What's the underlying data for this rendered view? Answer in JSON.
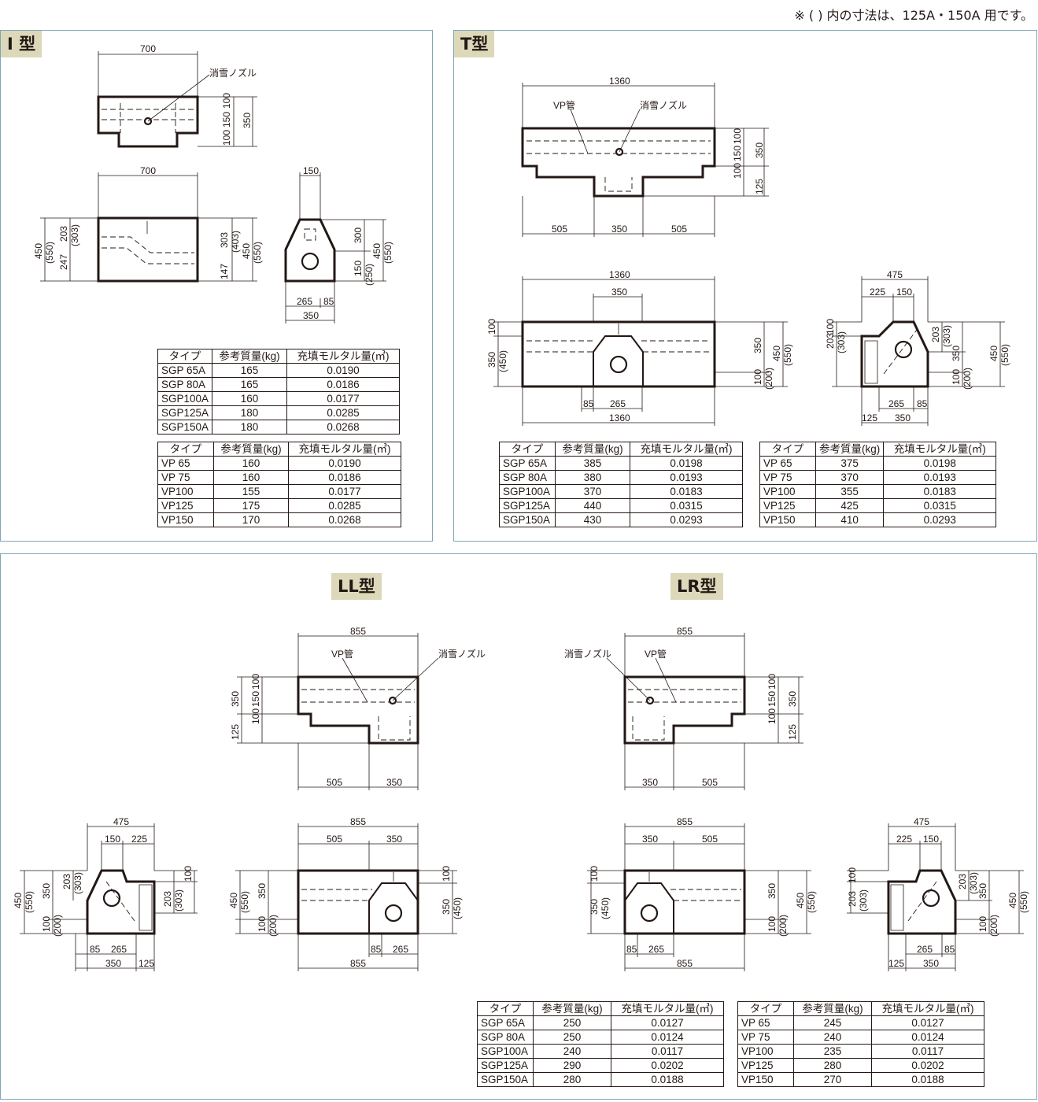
{
  "note": "※ ( ) 内の寸法は、125A・150A 用です。",
  "panels": {
    "i": {
      "title": "I 型"
    },
    "t": {
      "title": "T型"
    },
    "ll": {
      "title": "LL型"
    },
    "lr": {
      "title": "LR型"
    }
  },
  "labels": {
    "nozzle": "消雪ノズル",
    "vp": "VP管"
  },
  "table_header": [
    "タイプ",
    "参考質量(kg)",
    "充填モルタル量(㎥)"
  ],
  "tables": {
    "i_sgp": [
      [
        "SGP 65A",
        "165",
        "0.0190"
      ],
      [
        "SGP 80A",
        "165",
        "0.0186"
      ],
      [
        "SGP100A",
        "160",
        "0.0177"
      ],
      [
        "SGP125A",
        "180",
        "0.0285"
      ],
      [
        "SGP150A",
        "180",
        "0.0268"
      ]
    ],
    "i_vp": [
      [
        "VP 65",
        "160",
        "0.0190"
      ],
      [
        "VP 75",
        "160",
        "0.0186"
      ],
      [
        "VP100",
        "155",
        "0.0177"
      ],
      [
        "VP125",
        "175",
        "0.0285"
      ],
      [
        "VP150",
        "170",
        "0.0268"
      ]
    ],
    "t_sgp": [
      [
        "SGP 65A",
        "385",
        "0.0198"
      ],
      [
        "SGP 80A",
        "380",
        "0.0193"
      ],
      [
        "SGP100A",
        "370",
        "0.0183"
      ],
      [
        "SGP125A",
        "440",
        "0.0315"
      ],
      [
        "SGP150A",
        "430",
        "0.0293"
      ]
    ],
    "t_vp": [
      [
        "VP 65",
        "375",
        "0.0198"
      ],
      [
        "VP 75",
        "370",
        "0.0193"
      ],
      [
        "VP100",
        "355",
        "0.0183"
      ],
      [
        "VP125",
        "425",
        "0.0315"
      ],
      [
        "VP150",
        "410",
        "0.0293"
      ]
    ],
    "l_sgp": [
      [
        "SGP 65A",
        "250",
        "0.0127"
      ],
      [
        "SGP 80A",
        "250",
        "0.0124"
      ],
      [
        "SGP100A",
        "240",
        "0.0117"
      ],
      [
        "SGP125A",
        "290",
        "0.0202"
      ],
      [
        "SGP150A",
        "280",
        "0.0188"
      ]
    ],
    "l_vp": [
      [
        "VP 65",
        "245",
        "0.0127"
      ],
      [
        "VP 75",
        "240",
        "0.0124"
      ],
      [
        "VP100",
        "235",
        "0.0117"
      ],
      [
        "VP125",
        "280",
        "0.0202"
      ],
      [
        "VP150",
        "270",
        "0.0188"
      ]
    ]
  },
  "dims": {
    "i_top_w": "700",
    "i_top_h": "350",
    "i_top_v1": "100",
    "i_top_v2": "150",
    "i_top_v3": "100",
    "i_front_w": "700",
    "i_front_h": "450",
    "i_front_h_alt": "(550)",
    "i_front_a": "203",
    "i_front_a_alt": "(303)",
    "i_front_b": "247",
    "i_front_r1": "303",
    "i_front_r1_alt": "(403)",
    "i_front_r2": "147",
    "i_side_w": "150",
    "i_side_h1": "300",
    "i_side_h2": "150",
    "i_side_h2_alt": "(250)",
    "i_side_h": "450",
    "i_side_h_alt": "(550)",
    "i_side_b1": "265",
    "i_side_b2": "85",
    "i_side_b": "350",
    "t_top_w": "1360",
    "t_top_b1": "505",
    "t_top_b2": "350",
    "t_top_b3": "505",
    "t_top_v1": "100",
    "t_top_v2": "150",
    "t_top_v3": "100",
    "t_top_h": "350",
    "t_top_v4": "125",
    "t_front_w": "1360",
    "t_front_c": "350",
    "t_front_l1": "100",
    "t_front_l2": "350",
    "t_front_l2_alt": "(450)",
    "t_front_r1": "350",
    "t_front_r2": "100",
    "t_front_r2_alt": "(200)",
    "t_front_h": "450",
    "t_front_h_alt": "(550)",
    "t_front_b1": "85",
    "t_front_b2": "265",
    "t_side_w": "475",
    "t_side_a": "225",
    "t_side_b": "150",
    "t_side_l1": "203",
    "t_side_l1_alt": "(303)",
    "t_side_l2": "100",
    "t_side_r1": "203",
    "t_side_r1_alt": "(303)",
    "t_side_r2": "350",
    "t_side_r3": "100",
    "t_side_r3_alt": "(200)",
    "t_side_h": "450",
    "t_side_h_alt": "(550)",
    "t_side_b1": "265",
    "t_side_b2": "85",
    "t_side_b3": "125",
    "t_side_b4": "350",
    "l_top_w": "855",
    "l_top_b1": "505",
    "l_top_b2": "350",
    "l_top_v1": "100",
    "l_top_v2": "150",
    "l_top_v3": "100",
    "l_top_h": "350",
    "l_top_v4": "125",
    "l_front_w": "855",
    "l_front_t1": "505",
    "l_front_t2": "350",
    "l_front_h": "450",
    "l_front_h_alt": "(550)",
    "l_front_v1": "350",
    "l_front_v2": "100",
    "l_front_v2_alt": "(200)",
    "l_front_r1": "100",
    "l_front_r2": "350",
    "l_front_r2_alt": "(450)",
    "l_front_b1": "85",
    "l_front_b2": "265",
    "l_side_w": "475",
    "l_side_a": "150",
    "l_side_b": "225",
    "l_side_l1": "203",
    "l_side_l1_alt": "(303)",
    "l_side_l2": "350",
    "l_side_l3": "100",
    "l_side_l3_alt": "(200)",
    "l_side_h": "450",
    "l_side_h_alt": "(550)",
    "l_side_r1": "100",
    "l_side_r2": "203",
    "l_side_r2_alt": "(303)",
    "l_side_b1": "85",
    "l_side_b2": "265",
    "l_side_b3": "350",
    "l_side_b4": "125"
  }
}
